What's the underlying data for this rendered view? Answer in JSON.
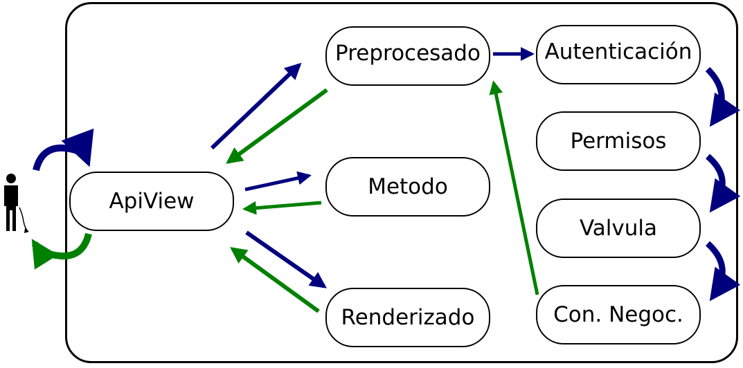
{
  "diagram": {
    "nodes": {
      "apiview": "ApiView",
      "preprocesado": "Preprocesado",
      "metodo": "Metodo",
      "renderizado": "Renderizado",
      "autenticacion": "Autenticación",
      "permisos": "Permisos",
      "valvula": "Valvula",
      "connegoc": "Con. Negoc."
    },
    "colors": {
      "request": "#00007f",
      "response": "#008000",
      "border": "#000000"
    },
    "icons": [
      "user-icon",
      "cycle-arrow-icon"
    ]
  }
}
